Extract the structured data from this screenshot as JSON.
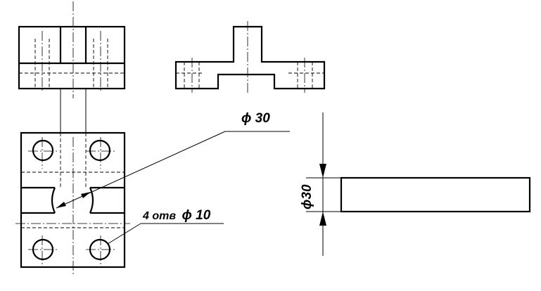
{
  "annotations": {
    "bore_diameter": "ϕ 30",
    "holes_prefix": "4 отв",
    "holes_diameter": "ϕ 10",
    "side_dimension": "ϕ30"
  }
}
